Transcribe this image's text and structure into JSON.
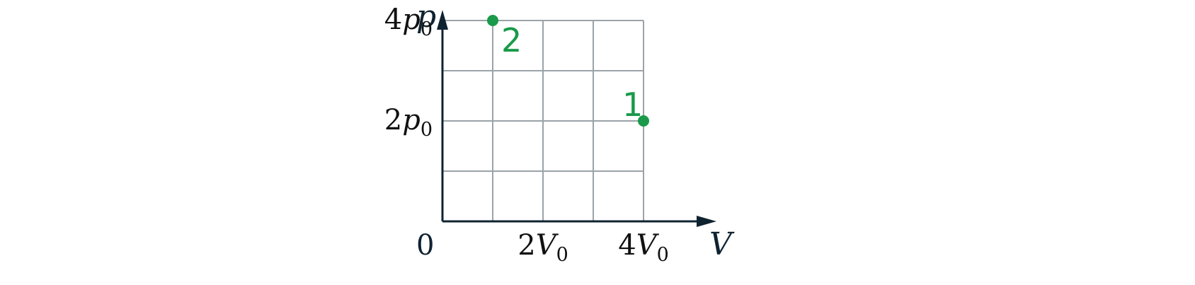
{
  "chart_data": {
    "type": "scatter",
    "title": "",
    "xlabel": "V",
    "ylabel": "p",
    "origin_label": "0",
    "xlim": [
      0,
      4
    ],
    "ylim": [
      0,
      4
    ],
    "grid": true,
    "x_grid_step": 1,
    "y_grid_step": 1,
    "x_ticks": [
      {
        "value": 2,
        "coef": "2",
        "symbol": "V",
        "sub": "0"
      },
      {
        "value": 4,
        "coef": "4",
        "symbol": "V",
        "sub": "0"
      }
    ],
    "y_ticks": [
      {
        "value": 2,
        "coef": "2",
        "symbol": "p",
        "sub": "0"
      },
      {
        "value": 4,
        "coef": "4",
        "symbol": "p",
        "sub": "0"
      }
    ],
    "points": [
      {
        "label": "1",
        "x": 4,
        "y": 2
      },
      {
        "label": "2",
        "x": 1,
        "y": 4
      }
    ],
    "x_unit": "V0",
    "y_unit": "p0"
  },
  "colors": {
    "axis": "#0f2230",
    "grid": "#9aa3a8",
    "point": "#1a9a4a",
    "text": "#111111"
  }
}
